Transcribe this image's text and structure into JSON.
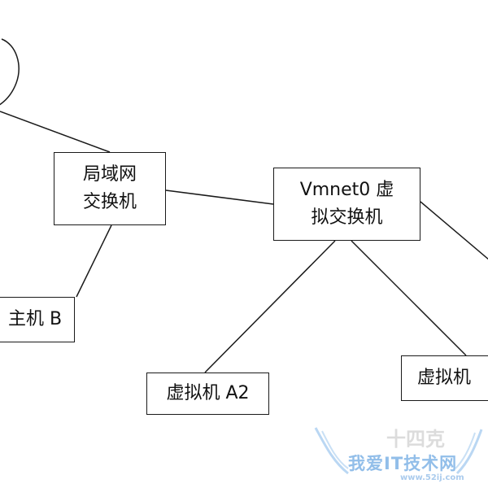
{
  "nodes": {
    "lan_switch": {
      "lines": [
        "局域网",
        "交换机"
      ]
    },
    "vmnet0_switch": {
      "lines": [
        "Vmnet0 虚",
        "拟交换机"
      ]
    },
    "host_b": {
      "label": "主机 B"
    },
    "vm_a2": {
      "label": "虚拟机 A2"
    },
    "vm_right": {
      "label": "虚拟机"
    }
  },
  "edges": [
    {
      "from": "cloud",
      "to": "lan_switch"
    },
    {
      "from": "lan_switch",
      "to": "vmnet0_switch"
    },
    {
      "from": "lan_switch",
      "to": "host_b"
    },
    {
      "from": "vmnet0_switch",
      "to": "vm_a2"
    },
    {
      "from": "vmnet0_switch",
      "to": "vm_right"
    },
    {
      "from": "vmnet0_switch",
      "to": "offscreen_right"
    }
  ],
  "watermark": {
    "brand": "我爱IT技术网",
    "url": "www.52ij.com",
    "top_text": "十四克"
  },
  "colors": {
    "line": "#1a1a1a",
    "node_border": "#1a1a1a",
    "background": "#ffffff",
    "watermark": "#7fb3e6"
  }
}
